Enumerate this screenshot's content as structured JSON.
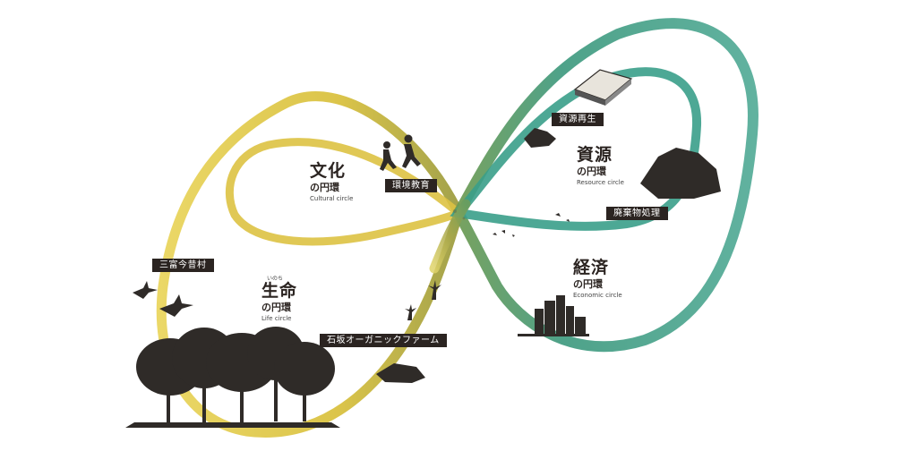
{
  "circles": {
    "culture": {
      "title": "文化",
      "sub": "の円環",
      "en": "Cultural circle"
    },
    "life": {
      "title": "生命",
      "ruby": "いのち",
      "sub": "の円環",
      "en": "Life circle"
    },
    "resource": {
      "title": "資源",
      "sub": "の円環",
      "en": "Resource circle"
    },
    "economy": {
      "title": "経済",
      "sub": "の円環",
      "en": "Economic circle"
    }
  },
  "tags": {
    "environment_education": "環境教育",
    "sanpu": "三富今昔村",
    "organic_farm": "石坂オーガニックファーム",
    "resource_recycling": "資源再生",
    "waste_treatment": "廃棄物処理"
  },
  "colors": {
    "left_loop": "#e3c94a",
    "right_loop": "#4fa392",
    "label_bg": "#2b2421"
  }
}
